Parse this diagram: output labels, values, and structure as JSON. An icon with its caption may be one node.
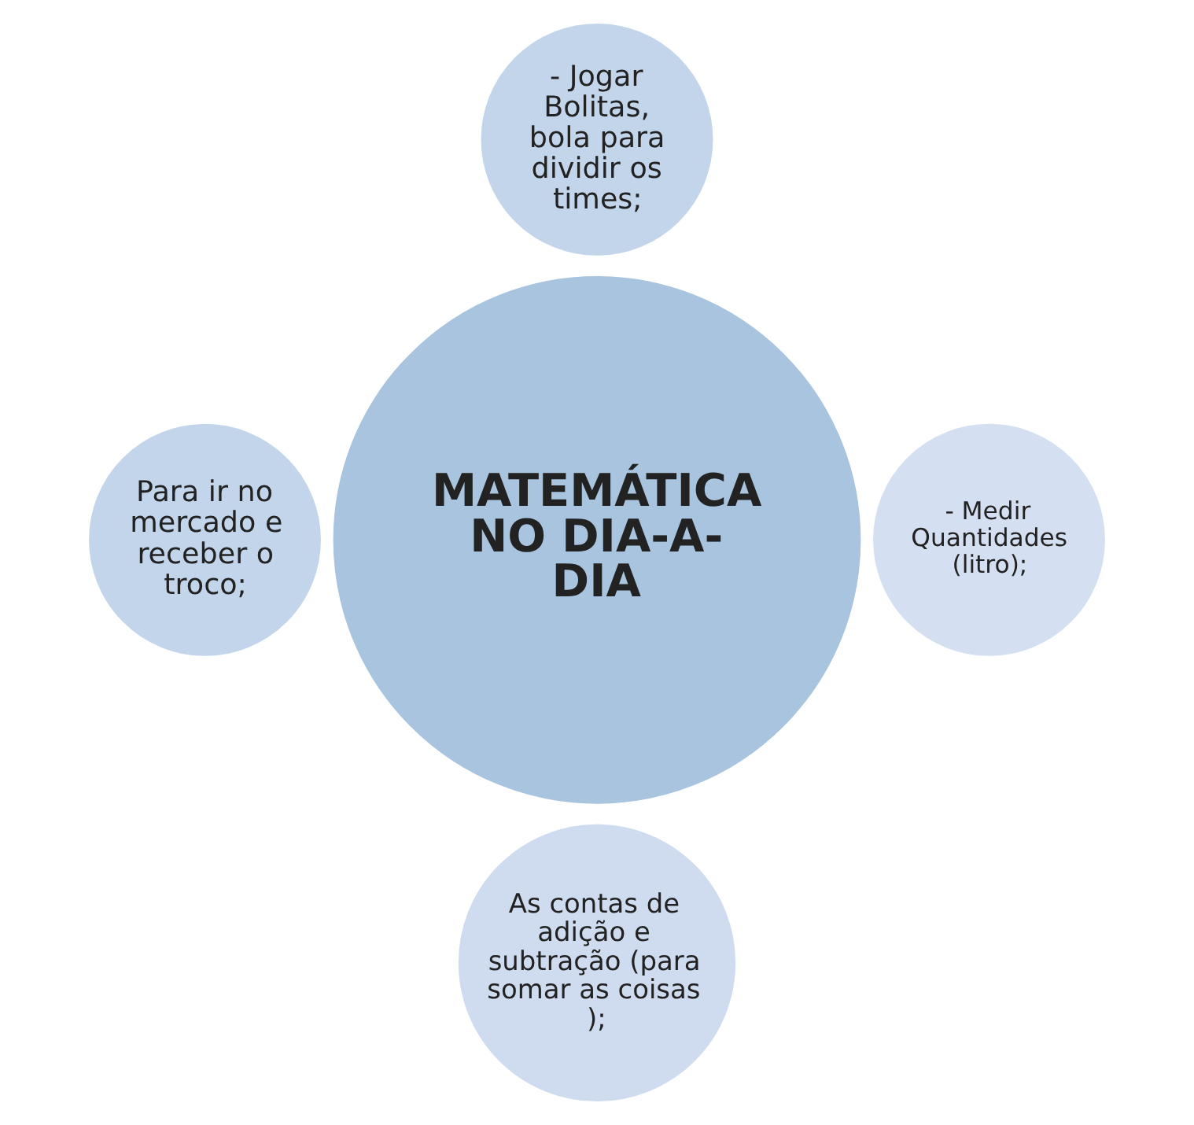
{
  "diagram": {
    "nodes": [
      {
        "text": [
          "MATEMÁTICA NO DIA-A-DIA"
        ]
      },
      {
        "text": [
          "- Jogar Bolitas, bola para dividir os times;"
        ]
      },
      {
        "text": [
          "Para ir no mercado e receber o troco;"
        ]
      },
      {
        "text": [
          "- Medir Quantidades (litro);"
        ]
      },
      {
        "text": [
          "As contas de adição e subtração (para somar as coisas );"
        ]
      }
    ],
    "edges": []
  }
}
